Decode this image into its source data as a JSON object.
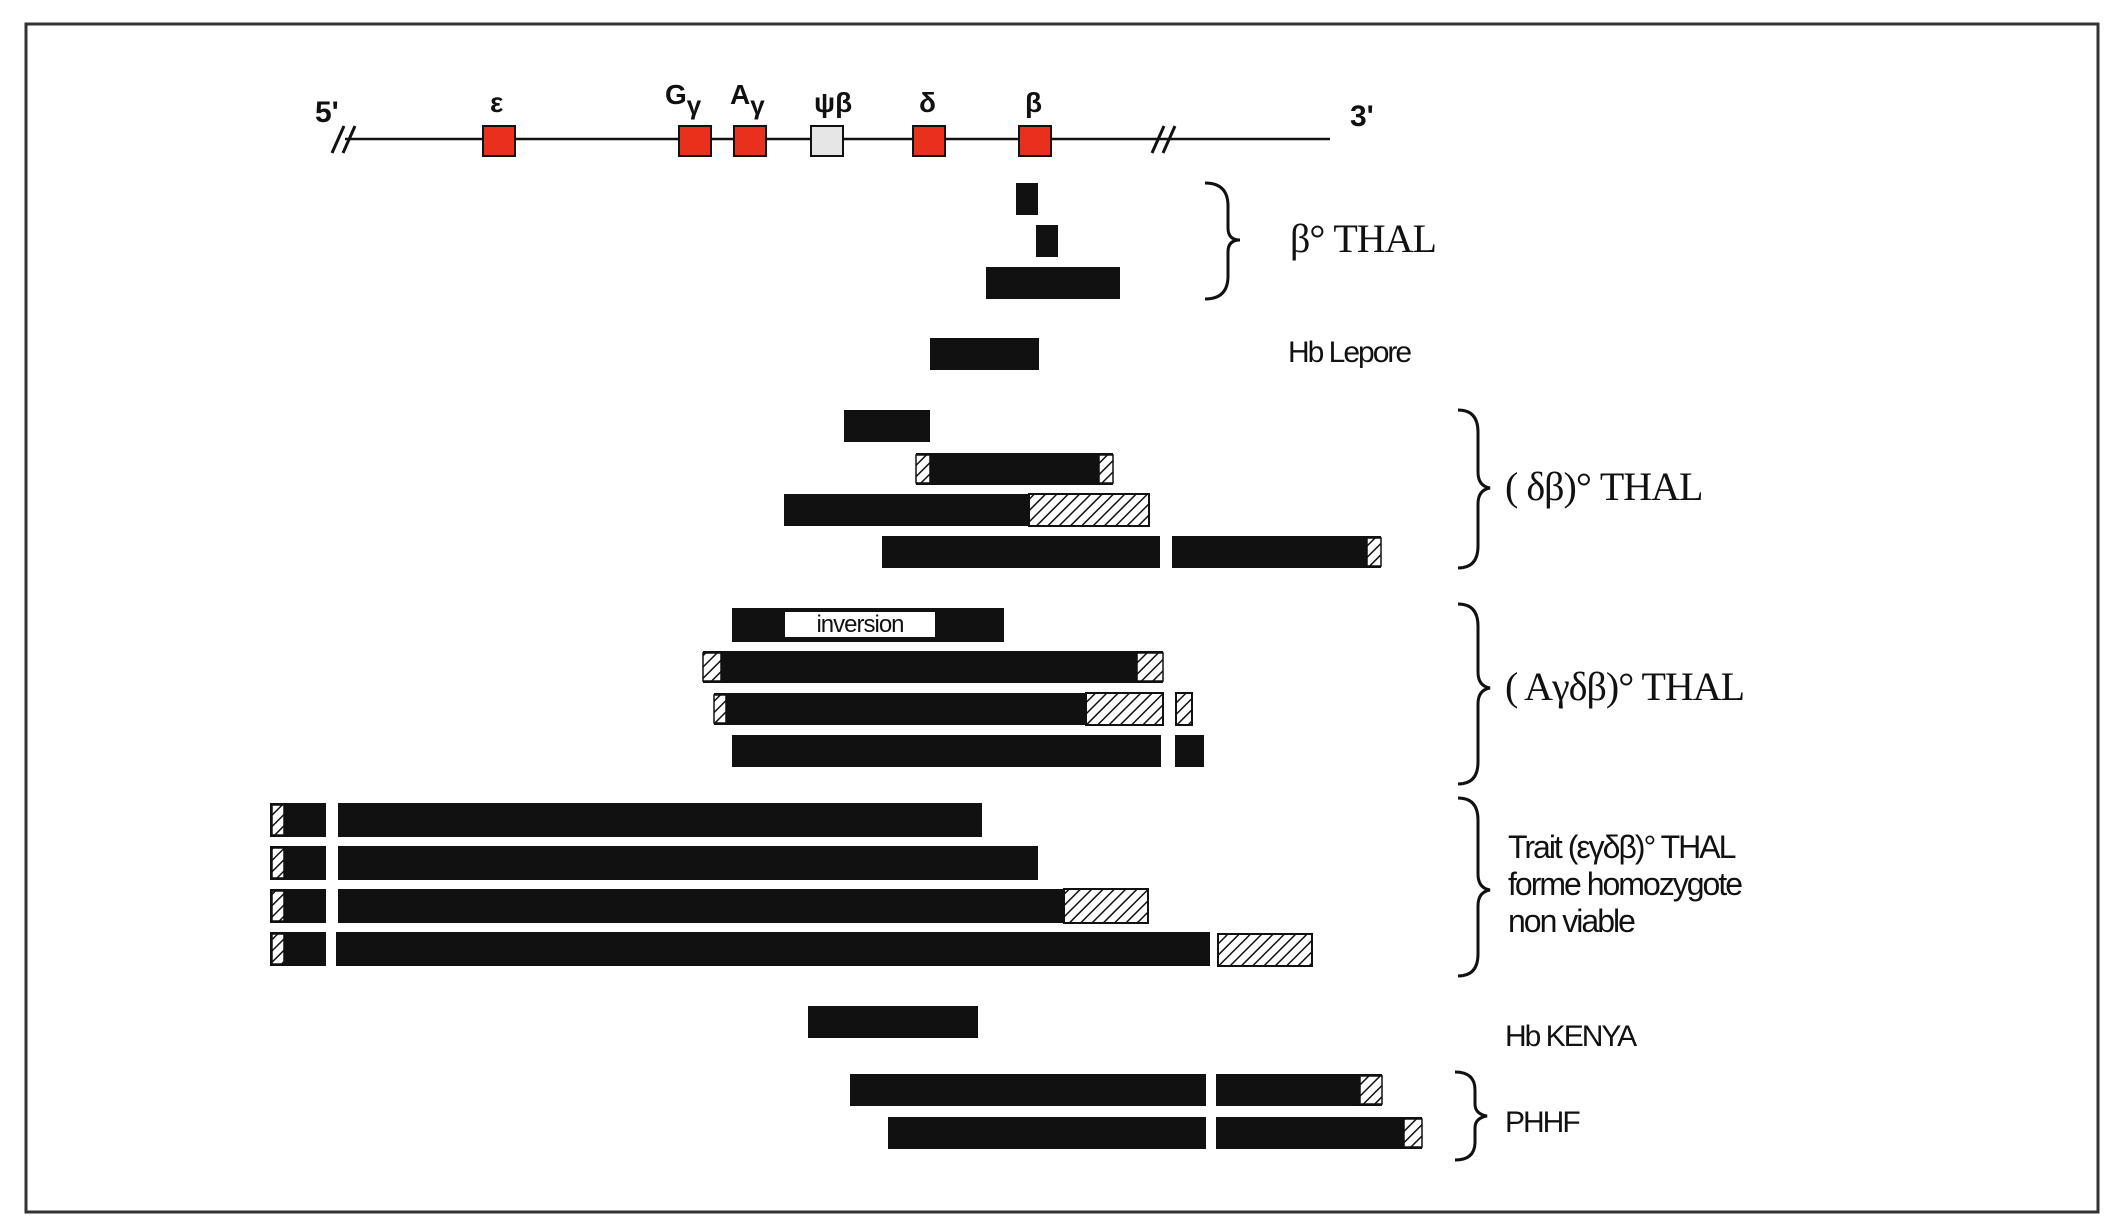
{
  "gene_map": {
    "end_5": "5'",
    "end_3": "3'",
    "genes": [
      {
        "label": "ε",
        "sub": "",
        "color": "#e8301c",
        "kind": "functional"
      },
      {
        "label": "G",
        "sub": "γ",
        "color": "#e8301c",
        "kind": "functional"
      },
      {
        "label": "A",
        "sub": "γ",
        "color": "#e8301c",
        "kind": "functional"
      },
      {
        "label": "ψβ",
        "sub": "",
        "color": "#e6e6e6",
        "kind": "pseudogene"
      },
      {
        "label": "δ",
        "sub": "",
        "color": "#e8301c",
        "kind": "functional"
      },
      {
        "label": "β",
        "sub": "",
        "color": "#e8301c",
        "kind": "functional"
      }
    ]
  },
  "inversion_label": "inversion",
  "groups": [
    {
      "id": "beta0-thal",
      "label": "β° THAL",
      "bracket": true
    },
    {
      "id": "hb-lepore",
      "label": "Hb Lepore",
      "bracket": false
    },
    {
      "id": "deltabeta0-thal",
      "label": "( δβ)° THAL",
      "bracket": true
    },
    {
      "id": "agammadeltabeta0-thal",
      "label": "( Aγδβ)° THAL",
      "bracket": true
    },
    {
      "id": "egammadeltabeta0-thal",
      "label_lines": [
        "Trait (εγδβ)° THAL",
        "forme homozygote",
        "non viable"
      ],
      "bracket": true
    },
    {
      "id": "hb-kenya",
      "label": "Hb KENYA",
      "bracket": false
    },
    {
      "id": "phhf",
      "label": "PHHF",
      "bracket": true
    }
  ],
  "legend_colors": {
    "deletion": "#111111",
    "uncertain": "hatched",
    "frame": "#333333"
  }
}
